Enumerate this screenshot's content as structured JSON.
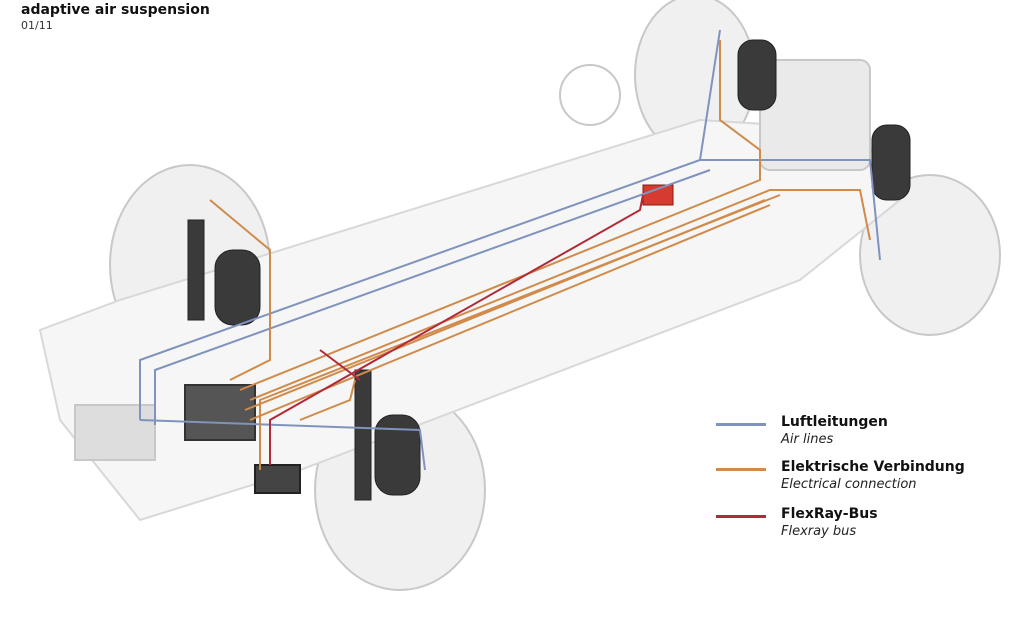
{
  "header": {
    "title": "adaptive air suspension",
    "page": "01/11"
  },
  "legend": [
    {
      "label_de": "Luftleitungen",
      "label_en": "Air lines",
      "color": "#7f93bd"
    },
    {
      "label_de": "Elektrische Verbindung",
      "label_en": "Electrical connection",
      "color": "#d08a4a"
    },
    {
      "label_de": "FlexRay-Bus",
      "label_en": "Flexray bus",
      "color": "#b22a38"
    }
  ]
}
